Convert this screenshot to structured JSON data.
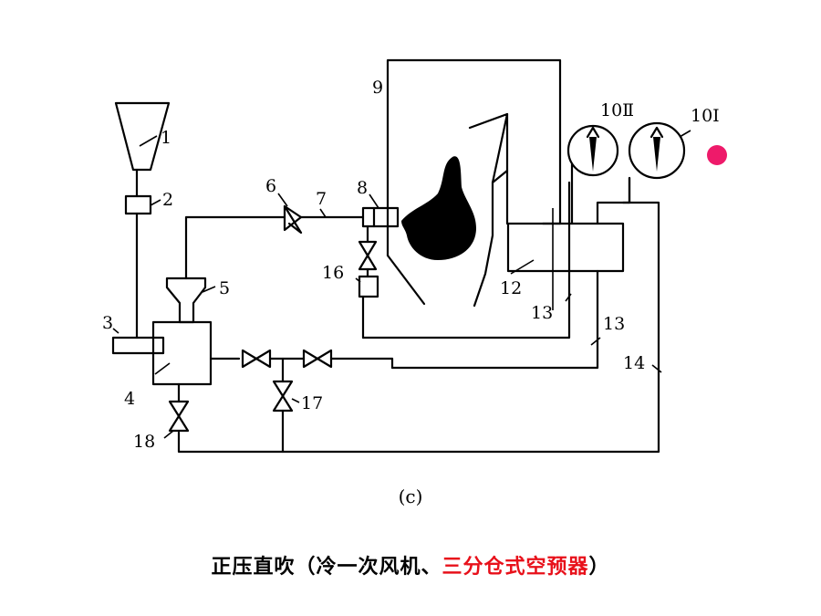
{
  "diagram": {
    "labels": {
      "n1": "1",
      "n2": "2",
      "n3": "3",
      "n4": "4",
      "n5": "5",
      "n6": "6",
      "n7": "7",
      "n8": "8",
      "n9": "9",
      "n10a": "10Ⅱ",
      "n10b": "10Ⅰ",
      "n12": "12",
      "n13a": "13",
      "n13b": "13",
      "n14": "14",
      "n16": "16",
      "n17": "17",
      "n18": "18"
    },
    "sublabel": "(c)"
  },
  "caption": {
    "black_part": "正压直吹（冷一次风机、",
    "red_part": "三分仓式空预器",
    "end_part": "）"
  },
  "colors": {
    "accent_red": "#e8101a",
    "dot_pink": "#ee1a6a"
  }
}
